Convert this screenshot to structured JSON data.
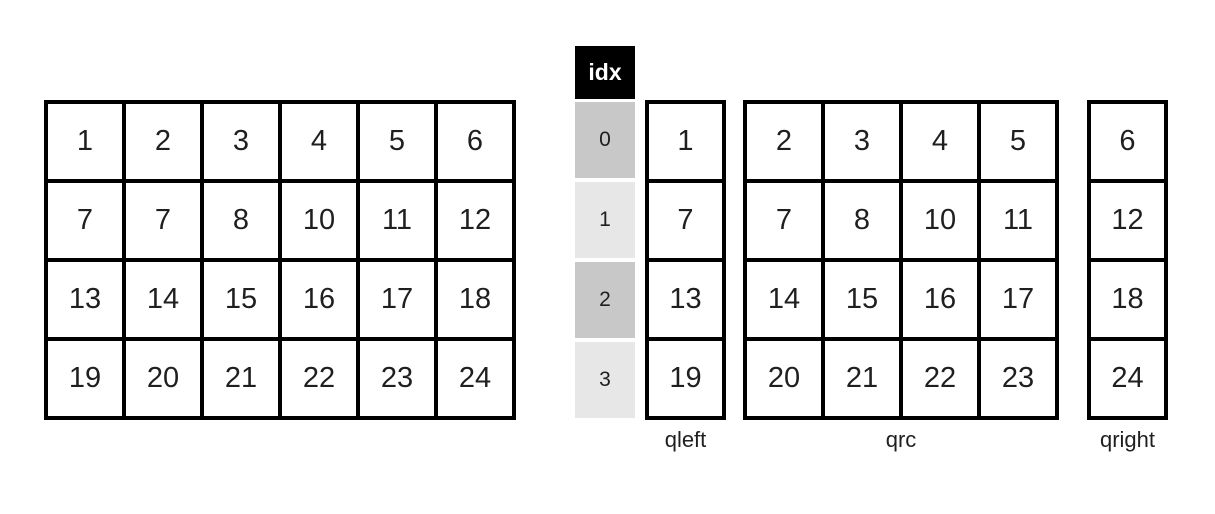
{
  "colors": {
    "background": "#ffffff",
    "border": "#000000",
    "cell_text": "#1f1f1f",
    "idx_header_bg": "#000000",
    "idx_header_text": "#ffffff",
    "idx_shade_dark": "#c8c8c8",
    "idx_shade_light": "#e7e7e7"
  },
  "source_grid": {
    "rows": [
      [
        "1",
        "2",
        "3",
        "4",
        "5",
        "6"
      ],
      [
        "7",
        "7",
        "8",
        "10",
        "11",
        "12"
      ],
      [
        "13",
        "14",
        "15",
        "16",
        "17",
        "18"
      ],
      [
        "19",
        "20",
        "21",
        "22",
        "23",
        "24"
      ]
    ]
  },
  "idx_column": {
    "header": "idx",
    "values": [
      "0",
      "1",
      "2",
      "3"
    ]
  },
  "qleft": {
    "label": "qleft",
    "values": [
      "1",
      "7",
      "13",
      "19"
    ]
  },
  "qrc": {
    "label": "qrc",
    "rows": [
      [
        "2",
        "3",
        "4",
        "5"
      ],
      [
        "7",
        "8",
        "10",
        "11"
      ],
      [
        "14",
        "15",
        "16",
        "17"
      ],
      [
        "20",
        "21",
        "22",
        "23"
      ]
    ]
  },
  "qright": {
    "label": "qright",
    "values": [
      "6",
      "12",
      "18",
      "24"
    ]
  }
}
